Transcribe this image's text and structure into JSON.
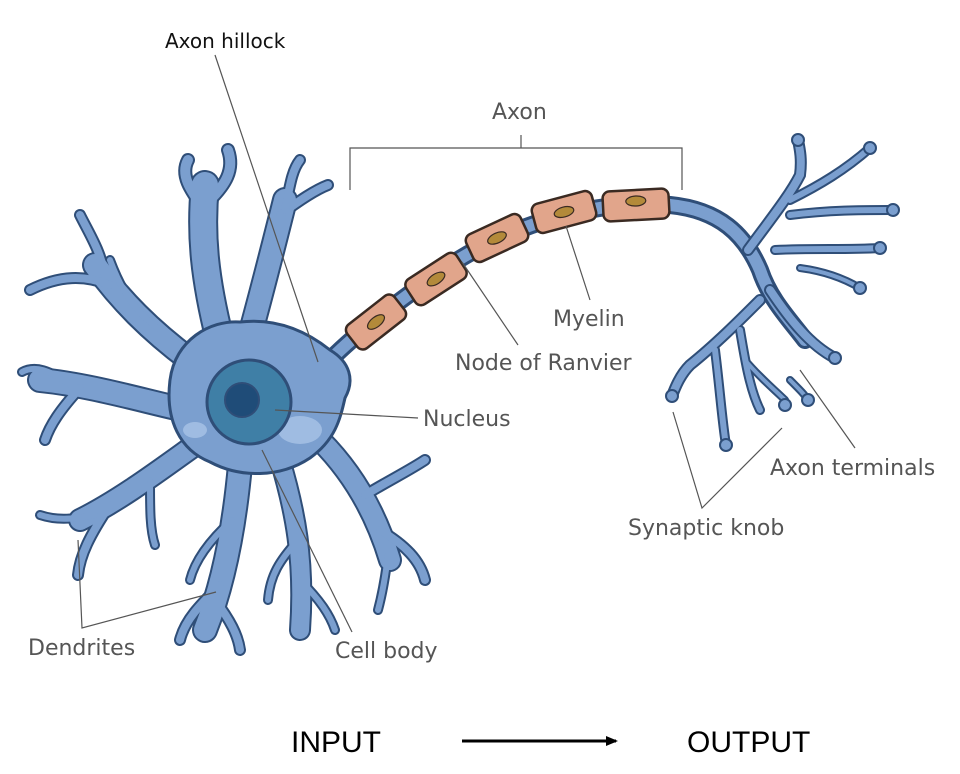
{
  "colors": {
    "neuron_fill": "#7b9fcf",
    "neuron_stroke": "#2f4e78",
    "neuron_highlight": "#a9c3e6",
    "nucleus_outer": "#3f7fa6",
    "nucleus_inner": "#1f4c78",
    "myelin_fill": "#e1a58b",
    "myelin_stroke": "#3a2a22",
    "myelin_cell_nucleus": "#b38a3a",
    "label_text": "#555555",
    "leader_line": "#555555"
  },
  "labels": {
    "axon_hillock": "Axon hillock",
    "axon": "Axon",
    "myelin": "Myelin",
    "node_of_ranvier": "Node of Ranvier",
    "nucleus": "Nucleus",
    "axon_terminals": "Axon terminals",
    "synaptic_knob": "Synaptic knob",
    "dendrites": "Dendrites",
    "cell_body": "Cell body"
  },
  "flow": {
    "input": "INPUT",
    "output": "OUTPUT"
  },
  "icons": {
    "flow_arrow": "arrow-right-icon"
  }
}
